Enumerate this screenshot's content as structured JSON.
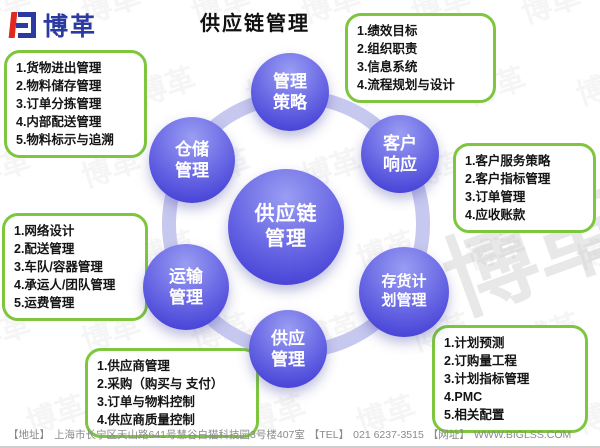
{
  "brand": {
    "name": "博革",
    "watermark": "博革"
  },
  "header": {
    "title": "供应链管理"
  },
  "diagram": {
    "center": {
      "label": "供应链\n管理"
    },
    "nodes": {
      "strategy": {
        "label": "管理\n策略"
      },
      "customer": {
        "label": "客户\n响应"
      },
      "inventory": {
        "label": "存货计\n划管理"
      },
      "supply": {
        "label": "供应\n管理"
      },
      "transport": {
        "label": "运输\n管理"
      },
      "warehouse": {
        "label": "仓储\n管理"
      }
    },
    "boxes": {
      "warehouse": {
        "items": [
          "1.货物进出管理",
          "2.物料储存管理",
          "3.订单分拣管理",
          "4.内部配送管理",
          "5.物料标示与追溯"
        ]
      },
      "strategy": {
        "items": [
          "1.绩效目标",
          "2.组织职责",
          "3.信息系统",
          "4.流程规划与设计"
        ]
      },
      "customer": {
        "items": [
          "1.客户服务策略",
          "2.客户指标管理",
          "3.订单管理",
          "4.应收账款"
        ]
      },
      "inventory": {
        "items": [
          "1.计划预测",
          "2.订购量工程",
          "3.计划指标管理",
          "4.PMC",
          "5.相关配置"
        ]
      },
      "supply": {
        "items": [
          "1.供应商管理",
          "2.采购（购买与 支付）",
          "3.订单与物料控制",
          "4.供应商质量控制"
        ]
      },
      "transport": {
        "items": [
          "1.网络设计",
          "2.配送管理",
          "3.车队/容器管理",
          "4.承运人/团队管理",
          "5.运费管理"
        ]
      }
    }
  },
  "footer": {
    "address_label": "【地址】",
    "address": "上海市长宁区天山路641号慧谷白猫科技园3号楼407室",
    "tel_label": "【TEL】",
    "tel": "021 6237-3515",
    "web_label": "【网址】",
    "website": "WWW.BIGLSS.COM"
  },
  "colors": {
    "node_blue_dark": "#403dd0",
    "node_blue_light": "#9a9df2",
    "ring_lavender": "#c7c8ef",
    "box_border_green": "#7dc63e",
    "logo_blue": "#2b3aa0",
    "logo_red": "#e02a1e"
  }
}
